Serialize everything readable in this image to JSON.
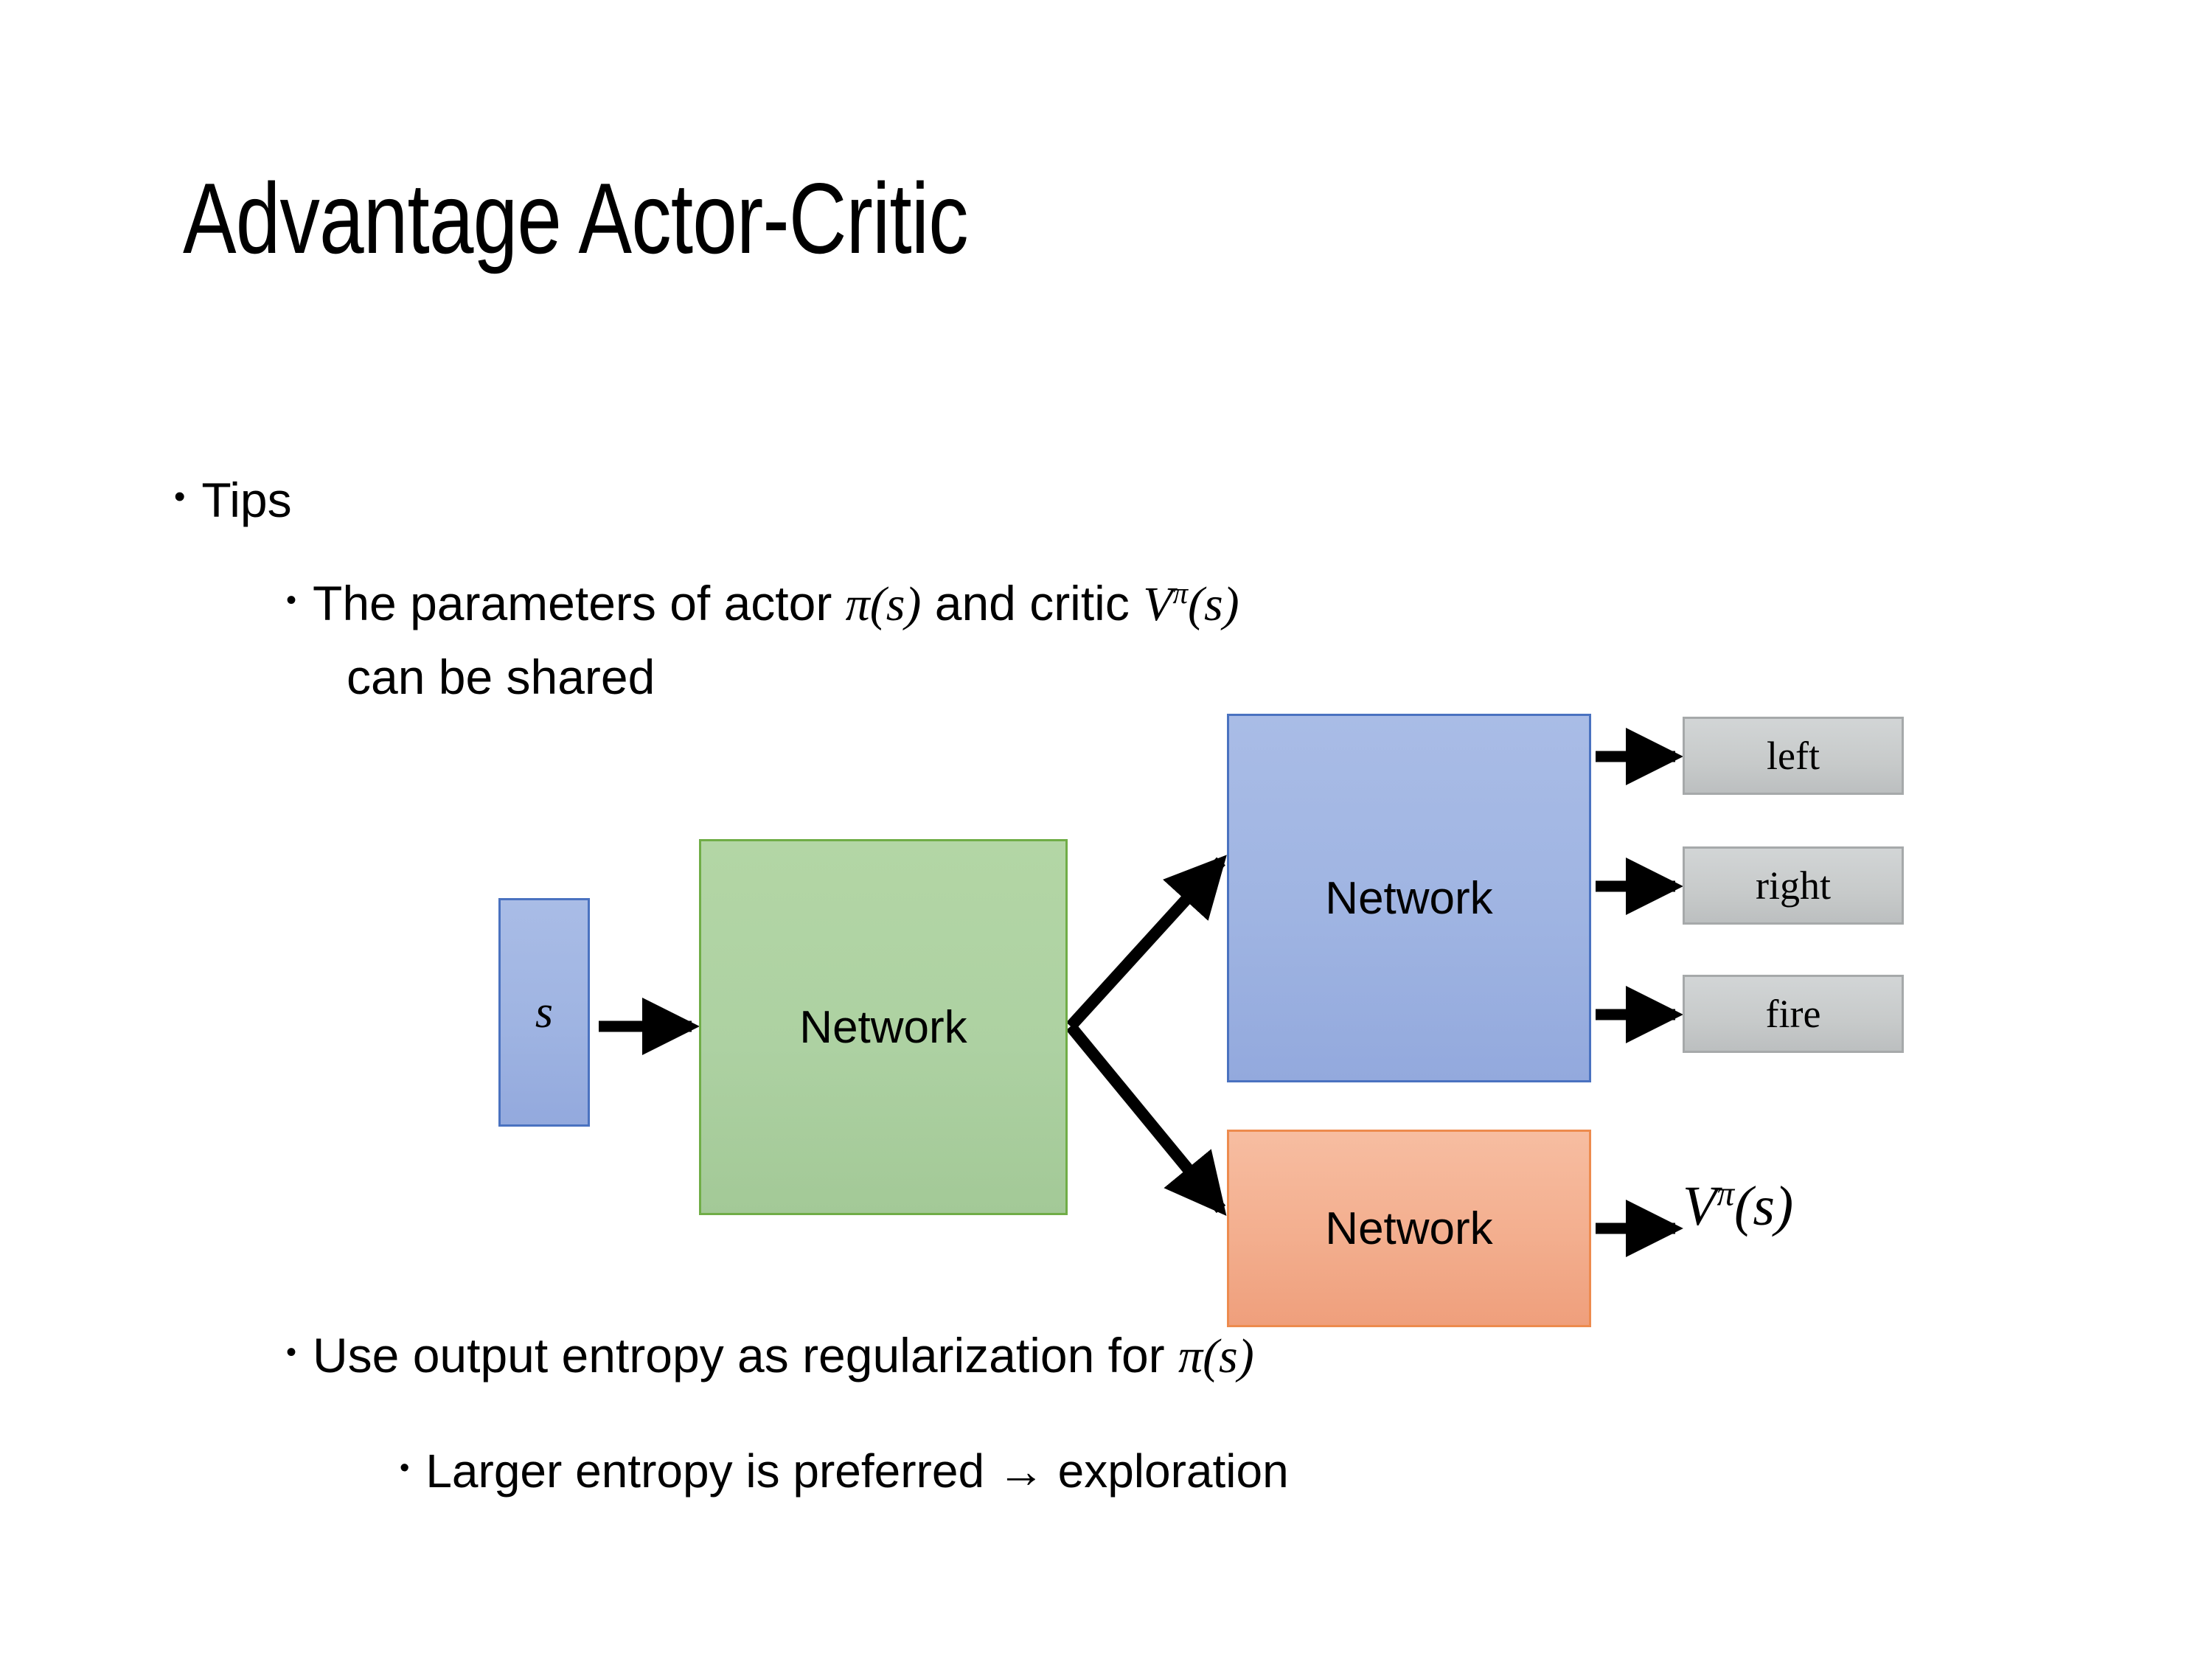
{
  "slide": {
    "title": "Advantage Actor-Critic",
    "background_color": "#FFFFFF"
  },
  "bullets": {
    "level1_tips": "Tips",
    "level2_params_prefix": "The parameters of actor ",
    "level2_params_math1_base": "π",
    "level2_params_math1_arg": "(s)",
    "level2_params_mid": "  and critic ",
    "level2_params_math2_base": "V",
    "level2_params_math2_sup": "π",
    "level2_params_math2_arg": "(s)",
    "level2_params_line2": "can be shared",
    "level2_entropy_prefix": "Use output entropy as regularization for ",
    "level2_entropy_math_base": "π",
    "level2_entropy_math_arg": "(s)",
    "level3_larger": "Larger entropy is preferred → exploration",
    "bullet_glyph": "•"
  },
  "diagram": {
    "input_node": {
      "label": "s",
      "fill": "#9FB4E2",
      "border": "#4A72C0"
    },
    "shared_network": {
      "label": "Network",
      "fill": "#ADD1A2",
      "border": "#70AD47"
    },
    "actor_network": {
      "label": "Network",
      "fill": "#9FB4E2",
      "border": "#4A72C0"
    },
    "critic_network": {
      "label": "Network",
      "fill": "#F3AE8E",
      "border": "#ED8B4E"
    },
    "action_outputs": [
      {
        "label": "left",
        "fill": "#C7CACA",
        "border": "#A6A9AA"
      },
      {
        "label": "right",
        "fill": "#C7CACA",
        "border": "#A6A9AA"
      },
      {
        "label": "fire",
        "fill": "#C7CACA",
        "border": "#A6A9AA"
      }
    ],
    "value_output": {
      "base": "V",
      "sup": "π",
      "arg": "(s)"
    },
    "arrow_color": "#000000"
  }
}
